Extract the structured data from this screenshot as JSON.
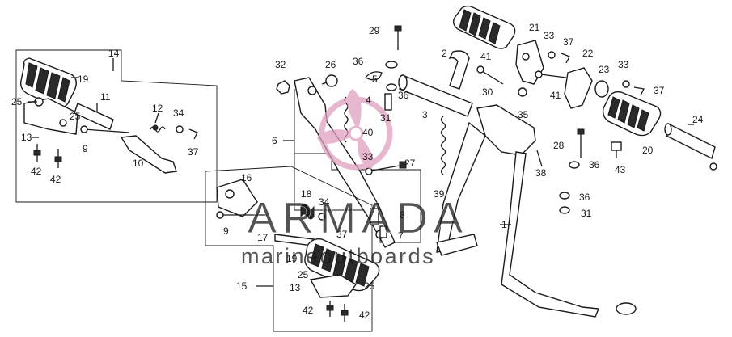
{
  "watermark": {
    "brand": "ARMADA",
    "tagline": "marineoutboards",
    "brand_color": "#7a7a7a",
    "logo_color": "#e0a0c0"
  },
  "callouts": [
    {
      "id": "c1",
      "text": "1"
    },
    {
      "id": "c2",
      "text": "2"
    },
    {
      "id": "c3",
      "text": "3"
    },
    {
      "id": "c4",
      "text": "4"
    },
    {
      "id": "c5",
      "text": "5"
    },
    {
      "id": "c6",
      "text": "6"
    },
    {
      "id": "c7",
      "text": "7"
    },
    {
      "id": "c8",
      "text": "8"
    },
    {
      "id": "c9a",
      "text": "9"
    },
    {
      "id": "c9b",
      "text": "9"
    },
    {
      "id": "c10",
      "text": "10"
    },
    {
      "id": "c11",
      "text": "11"
    },
    {
      "id": "c12",
      "text": "12"
    },
    {
      "id": "c13a",
      "text": "13"
    },
    {
      "id": "c13b",
      "text": "13"
    },
    {
      "id": "c14",
      "text": "14"
    },
    {
      "id": "c15",
      "text": "15"
    },
    {
      "id": "c16",
      "text": "16"
    },
    {
      "id": "c17",
      "text": "17"
    },
    {
      "id": "c18",
      "text": "18"
    },
    {
      "id": "c19a",
      "text": "19"
    },
    {
      "id": "c19b",
      "text": "19"
    },
    {
      "id": "c20",
      "text": "20"
    },
    {
      "id": "c21",
      "text": "21"
    },
    {
      "id": "c22",
      "text": "22"
    },
    {
      "id": "c23",
      "text": "23"
    },
    {
      "id": "c24",
      "text": "24"
    },
    {
      "id": "c25a",
      "text": "25"
    },
    {
      "id": "c25b",
      "text": "25"
    },
    {
      "id": "c25c",
      "text": "25"
    },
    {
      "id": "c25d",
      "text": "25"
    },
    {
      "id": "c26",
      "text": "26"
    },
    {
      "id": "c27",
      "text": "27"
    },
    {
      "id": "c28",
      "text": "28"
    },
    {
      "id": "c29",
      "text": "29"
    },
    {
      "id": "c30",
      "text": "30"
    },
    {
      "id": "c31a",
      "text": "31"
    },
    {
      "id": "c31b",
      "text": "31"
    },
    {
      "id": "c32",
      "text": "32"
    },
    {
      "id": "c33a",
      "text": "33"
    },
    {
      "id": "c33b",
      "text": "33"
    },
    {
      "id": "c33c",
      "text": "33"
    },
    {
      "id": "c34a",
      "text": "34"
    },
    {
      "id": "c34b",
      "text": "34"
    },
    {
      "id": "c35",
      "text": "35"
    },
    {
      "id": "c36a",
      "text": "36"
    },
    {
      "id": "c36b",
      "text": "36"
    },
    {
      "id": "c36c",
      "text": "36"
    },
    {
      "id": "c36d",
      "text": "36"
    },
    {
      "id": "c37a",
      "text": "37"
    },
    {
      "id": "c37b",
      "text": "37"
    },
    {
      "id": "c37c",
      "text": "37"
    },
    {
      "id": "c37d",
      "text": "37"
    },
    {
      "id": "c38",
      "text": "38"
    },
    {
      "id": "c39",
      "text": "39"
    },
    {
      "id": "c40",
      "text": "40"
    },
    {
      "id": "c41a",
      "text": "41"
    },
    {
      "id": "c41b",
      "text": "41"
    },
    {
      "id": "c42a",
      "text": "42"
    },
    {
      "id": "c42b",
      "text": "42"
    },
    {
      "id": "c42c",
      "text": "42"
    },
    {
      "id": "c42d",
      "text": "42"
    },
    {
      "id": "c43",
      "text": "43"
    }
  ]
}
